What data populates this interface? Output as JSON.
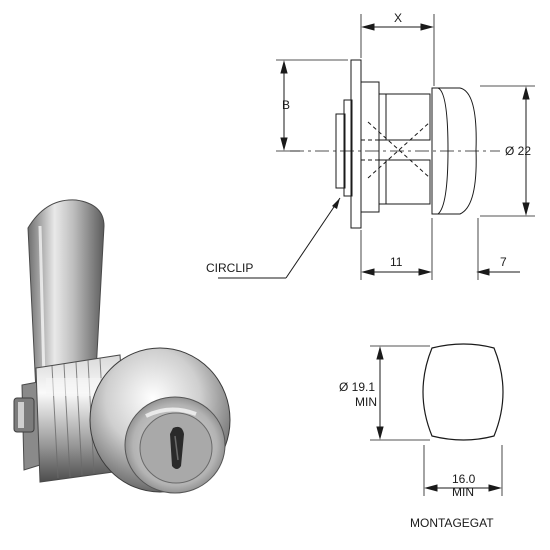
{
  "product_photo": {
    "description_icon": "cam-lock-photo"
  },
  "side_view": {
    "dim_x": "X",
    "dim_b": "B",
    "dim_diameter": "Ø 22",
    "dim_11": "11",
    "dim_7": "7",
    "circlip_label": "CIRCLIP"
  },
  "mounting_hole": {
    "diameter_value": "Ø 19.1",
    "diameter_min": "MIN",
    "width_value": "16.0",
    "width_min": "MIN",
    "caption": "MONTAGEGAT"
  },
  "colors": {
    "line": "#1a1a1a",
    "chrome_dark": "#5a5a5a",
    "chrome_light": "#f2f2f2"
  }
}
